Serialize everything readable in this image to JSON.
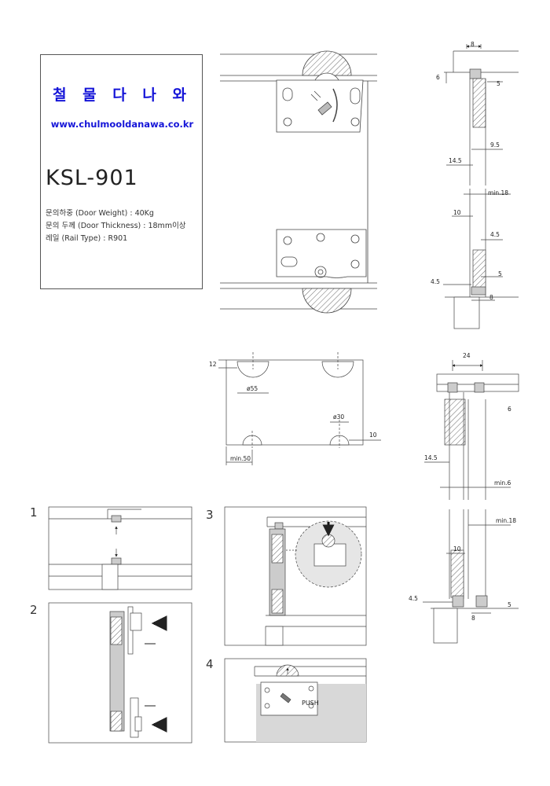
{
  "brand": {
    "name": "철 물 다 나 와",
    "url": "www.chulmooldanawa.co.kr"
  },
  "product": {
    "model": "KSL-901",
    "specs": [
      "문의하중 (Door Weight) : 40Kg",
      "문의 두께 (Door Thickness) : 18mm이상",
      "레일 (Rail Type) : R901"
    ]
  },
  "dimensions": {
    "side_single": {
      "top_width": "8",
      "top_height": "6",
      "top_gap": "5",
      "offset": "9.5",
      "door_offset": "14.5",
      "min_thickness": "min.18",
      "bottom_offset": "10",
      "bottom_gap": "4.5",
      "floor_gap": "4.5",
      "bottom_height": "5",
      "bottom_width": "8"
    },
    "drilling": {
      "edge": "12",
      "large_hole": "ø55",
      "small_hole": "ø30",
      "side_edge": "10",
      "min_distance": "min.50"
    },
    "side_double": {
      "top_width": "24",
      "top_height": "6",
      "door_offset": "14.5",
      "min_gap": "min.6",
      "min_thickness": "min.18",
      "bottom_offset": "10",
      "floor_gap": "4.5",
      "bottom_height": "5",
      "bottom_width": "8"
    }
  },
  "steps": {
    "one": "1",
    "two": "2",
    "three": "3",
    "four": "4",
    "push_label": "PUSH"
  }
}
